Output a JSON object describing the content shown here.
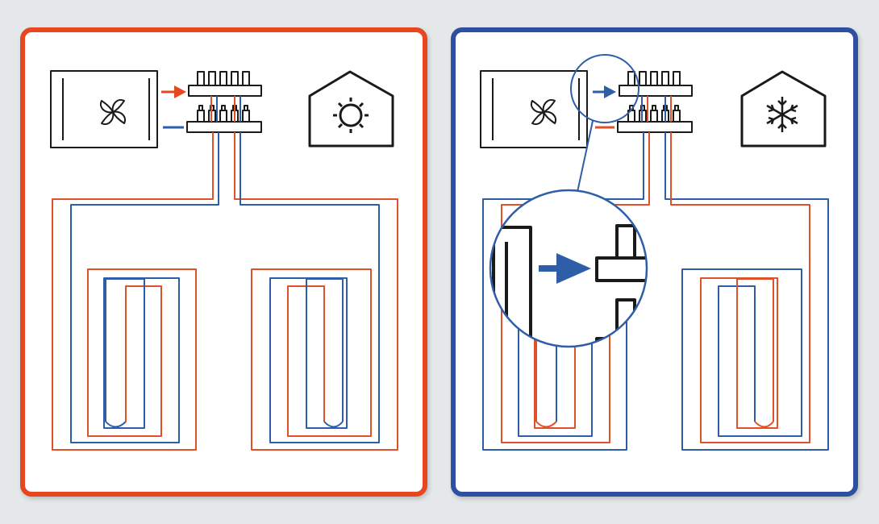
{
  "colors": {
    "background": "#e4e8e9",
    "heating_accent": "#e8461e",
    "cooling_accent": "#2f4fa2",
    "supply_pipe_hot": "#e0502a",
    "return_pipe": "#2f5ea8",
    "outline": "#1a1a1a"
  },
  "panels": [
    {
      "id": "heating",
      "mode_icon": "house-sun-icon",
      "unit_icon": "fan-icon",
      "supply_arrow": "arrow-right-icon",
      "return_line": "dash-icon",
      "circuit_count": 2
    },
    {
      "id": "cooling",
      "mode_icon": "house-snowflake-icon",
      "unit_icon": "fan-icon",
      "supply_arrow": "arrow-right-icon",
      "detail": "magnifier-callout",
      "circuit_count": 2
    }
  ]
}
